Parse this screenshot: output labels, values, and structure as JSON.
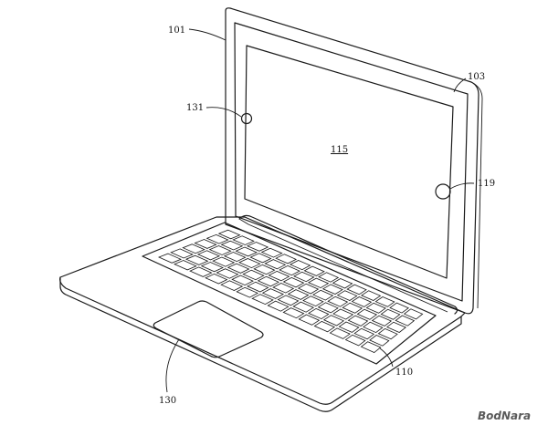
{
  "labels": {
    "ref_101": "101",
    "ref_103": "103",
    "ref_131": "131",
    "ref_115": "115",
    "ref_119": "119",
    "ref_110": "110",
    "ref_130": "130"
  },
  "watermark": "BodNara"
}
